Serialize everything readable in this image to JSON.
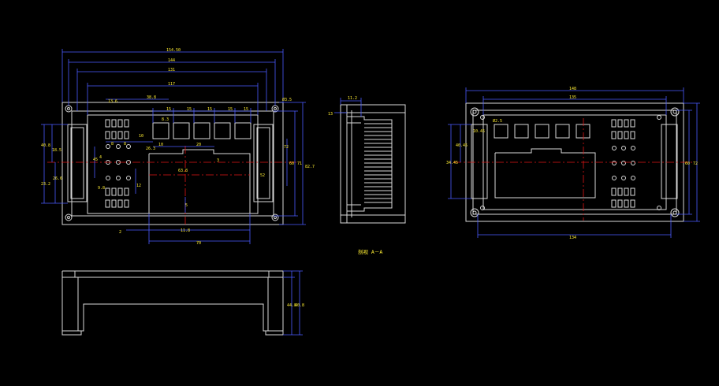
{
  "colors": {
    "background": "#000000",
    "outline": "#d8d8d8",
    "dimension_line": "#4a5cff",
    "center_line": "#e01515",
    "dimension_text": "#ffee33"
  },
  "front_view": {
    "dims": {
      "d154": "154.50",
      "d144": "144",
      "d131": "131",
      "d117": "117",
      "d38": "38.8",
      "d13": "13.6",
      "d15a": "15",
      "d15b": "15",
      "d15c": "15",
      "d15d": "15",
      "d15e": "15",
      "d8": "8.3",
      "d10a": "10",
      "d10b": "10",
      "d20": "20",
      "d26": "26.3",
      "d7a": "8",
      "d7b": "8",
      "d12": "12",
      "d63": "63.8",
      "d3": "3",
      "d72": "72",
      "d52": "52",
      "d60": "60",
      "d71": "71",
      "d82": "82.7",
      "d40": "40.8",
      "d18": "18.5",
      "d23": "23.2",
      "d26b": "26.6",
      "d11": "11.8",
      "d70": "70",
      "d2": "2",
      "d5": "5",
      "d45": "45",
      "d4": "4",
      "d9": "9.8",
      "phi": "Ø3.5"
    }
  },
  "section_view": {
    "title": "剖视 A－A",
    "dims": {
      "d11": "11.2",
      "d13": "13"
    }
  },
  "bottom_view": {
    "dims": {
      "d44": "44.8",
      "d41": "40.8"
    }
  },
  "back_view": {
    "dims": {
      "d148": "148",
      "d135": "135",
      "d134": "134",
      "phi": "Ø2.5",
      "d10": "10.45",
      "d40": "40.45",
      "d34": "34.45",
      "d60": "60",
      "d72": "72"
    }
  }
}
